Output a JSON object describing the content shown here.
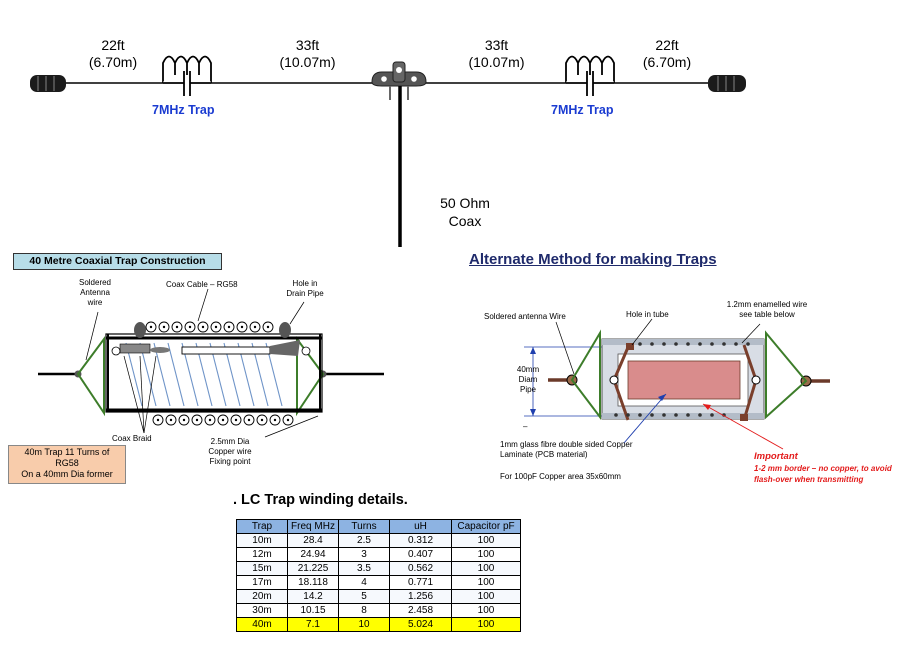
{
  "dipole": {
    "left_outer": {
      "ft": "22ft",
      "m": "(6.70m)"
    },
    "left_inner": {
      "ft": "33ft",
      "m": "(10.07m)"
    },
    "right_inner": {
      "ft": "33ft",
      "m": "(10.07m)"
    },
    "right_outer": {
      "ft": "22ft",
      "m": "(6.70m)"
    },
    "trap_label_left": "7MHz Trap",
    "trap_label_right": "7MHz Trap",
    "coax_line1": "50 Ohm",
    "coax_line2": "Coax"
  },
  "coax_trap": {
    "title": "40 Metre Coaxial Trap Construction",
    "soldered": [
      "Soldered",
      "Antenna",
      "wire"
    ],
    "coax_cable": "Coax Cable – RG58",
    "hole": [
      "Hole in",
      "Drain Pipe"
    ],
    "braid": "Coax Braid",
    "copper_wire": [
      "2.5mm Dia",
      "Copper wire",
      "Fixing point"
    ],
    "note": [
      "40m Trap 11 Turns of",
      "RG58",
      "On a 40mm Dia former"
    ]
  },
  "alt_method": {
    "title": "Alternate Method for making Traps",
    "soldered": "Soldered antenna Wire",
    "hole": "Hole in tube",
    "enamelled": [
      "1.2mm enamelled wire",
      "see table below"
    ],
    "diam": [
      "40mm",
      "Diam",
      "Pipe"
    ],
    "laminate": [
      "1mm glass fibre double  sided  Copper",
      "Laminate (PCB material)"
    ],
    "area": "For 100pF Copper area 35x60mm",
    "important_title": "Important",
    "important_text": [
      "1-2 mm border – no copper, to avoid",
      "flash-over when transmitting"
    ],
    "dash": "–"
  },
  "lc_table": {
    "title": ". LC Trap winding details.",
    "headers": [
      "Trap",
      "Freq MHz",
      "Turns",
      "uH",
      "Capacitor pF"
    ],
    "rows": [
      [
        "10m",
        "28.4",
        "2.5",
        "0.312",
        "100"
      ],
      [
        "12m",
        "24.94",
        "3",
        "0.407",
        "100"
      ],
      [
        "15m",
        "21.225",
        "3.5",
        "0.562",
        "100"
      ],
      [
        "17m",
        "18.118",
        "4",
        "0.771",
        "100"
      ],
      [
        "20m",
        "14.2",
        "5",
        "1.256",
        "100"
      ],
      [
        "30m",
        "10.15",
        "8",
        "2.458",
        "100"
      ],
      [
        "40m",
        "7.1",
        "10",
        "5.024",
        "100"
      ]
    ],
    "highlight_color": "#ffff00",
    "header_color": "#8db3e2"
  }
}
